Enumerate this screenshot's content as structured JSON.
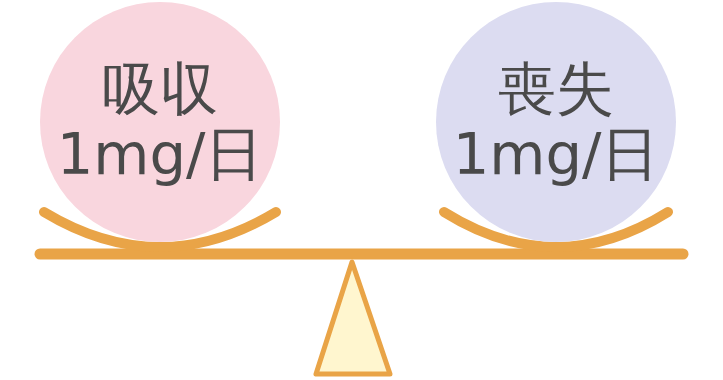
{
  "diagram": {
    "nodes": [
      {
        "text": [
          "吸収",
          "1mg/日"
        ]
      },
      {
        "text": [
          "喪失",
          "1mg/日"
        ]
      }
    ]
  }
}
